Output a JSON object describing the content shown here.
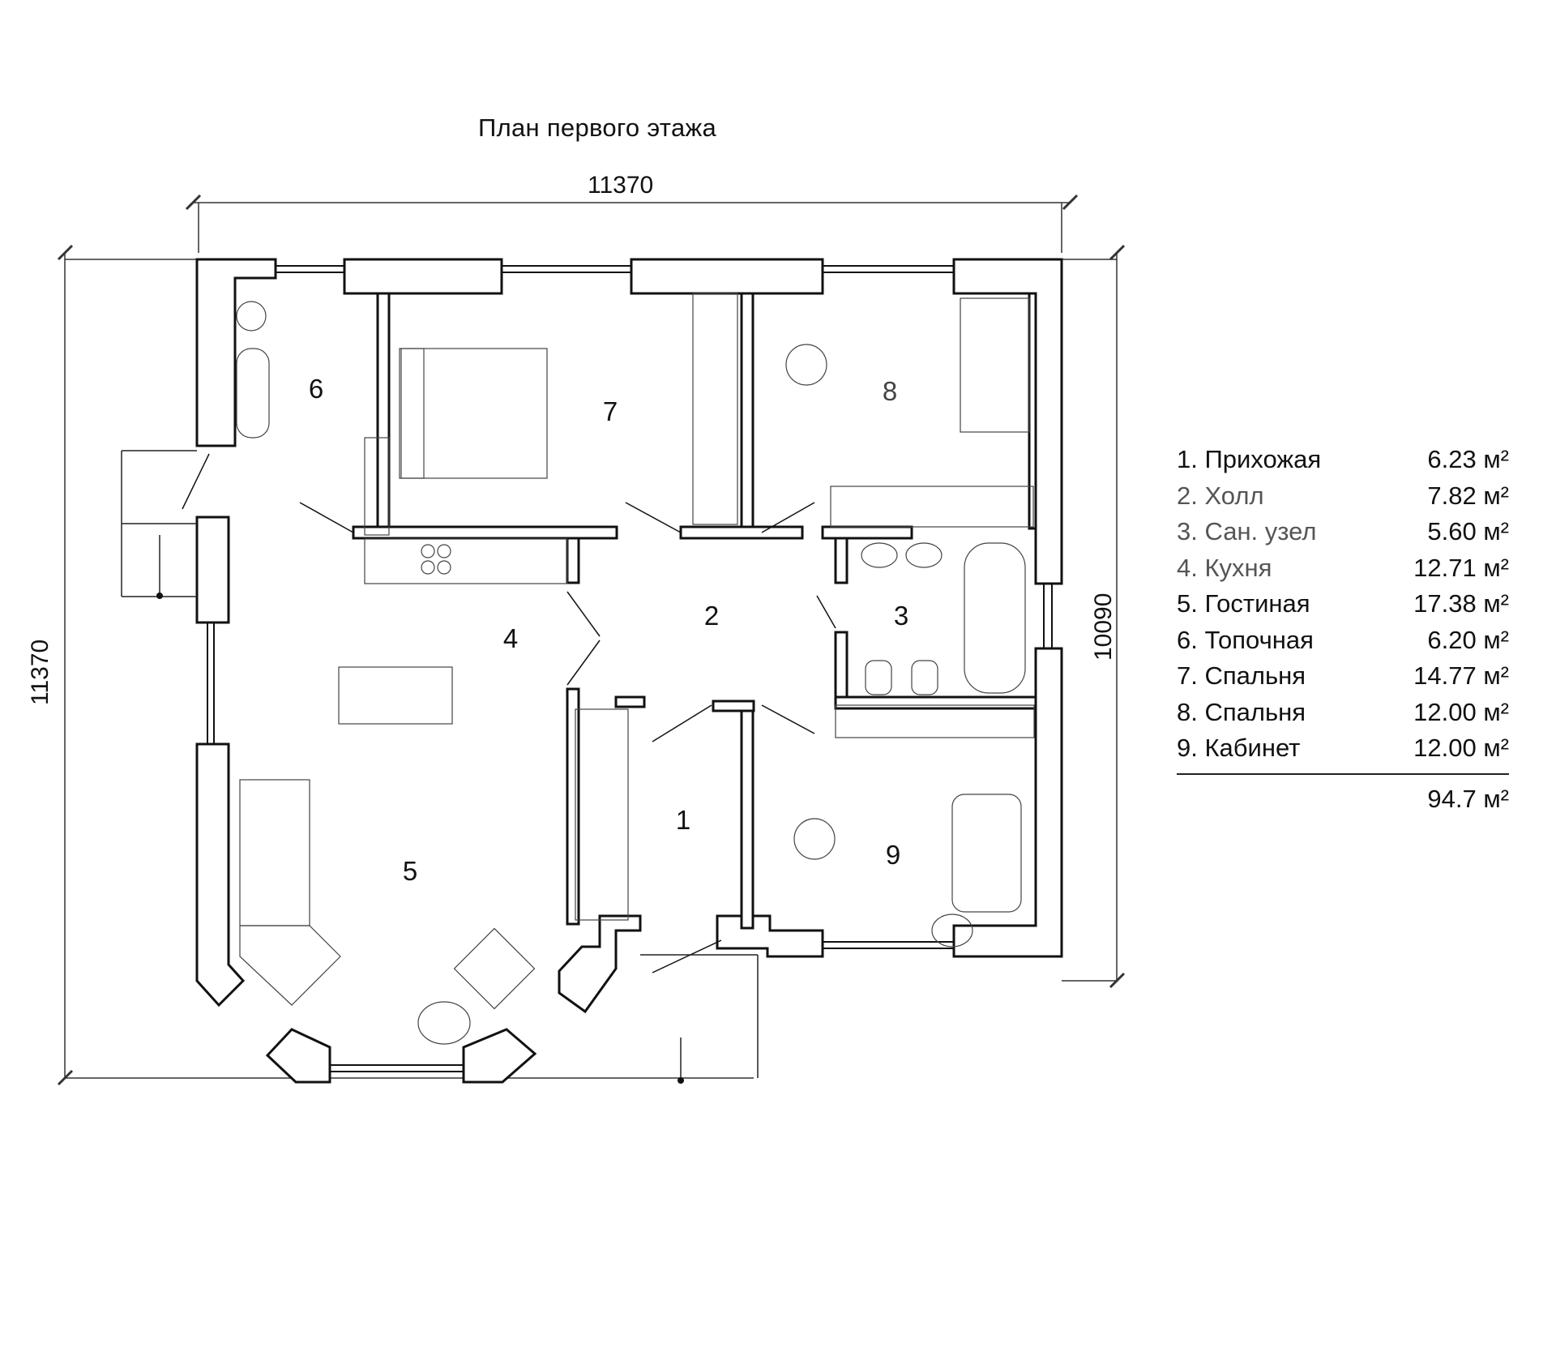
{
  "plan": {
    "title": "План первого этажа",
    "dim_top": "11370",
    "dim_left": "11370",
    "dim_right": "10090"
  },
  "rooms": [
    {
      "num": "1"
    },
    {
      "num": "2"
    },
    {
      "num": "3"
    },
    {
      "num": "4"
    },
    {
      "num": "5"
    },
    {
      "num": "6"
    },
    {
      "num": "7"
    },
    {
      "num": "8"
    },
    {
      "num": "9"
    }
  ],
  "schedule": {
    "items": [
      {
        "name": "1. Прихожая",
        "area": "6.23 м²"
      },
      {
        "name": "2. Холл",
        "area": "7.82 м²"
      },
      {
        "name": "3. Сан. узел",
        "area": "5.60 м²"
      },
      {
        "name": "4. Кухня",
        "area": "12.71 м²"
      },
      {
        "name": "5. Гостиная",
        "area": "17.38 м²"
      },
      {
        "name": "6. Топочная",
        "area": "6.20 м²"
      },
      {
        "name": "7. Спальня",
        "area": "14.77 м²"
      },
      {
        "name": "8. Спальня",
        "area": "12.00 м²"
      },
      {
        "name": "9. Кабинет",
        "area": "12.00 м²"
      }
    ],
    "total": "94.7 м²"
  }
}
